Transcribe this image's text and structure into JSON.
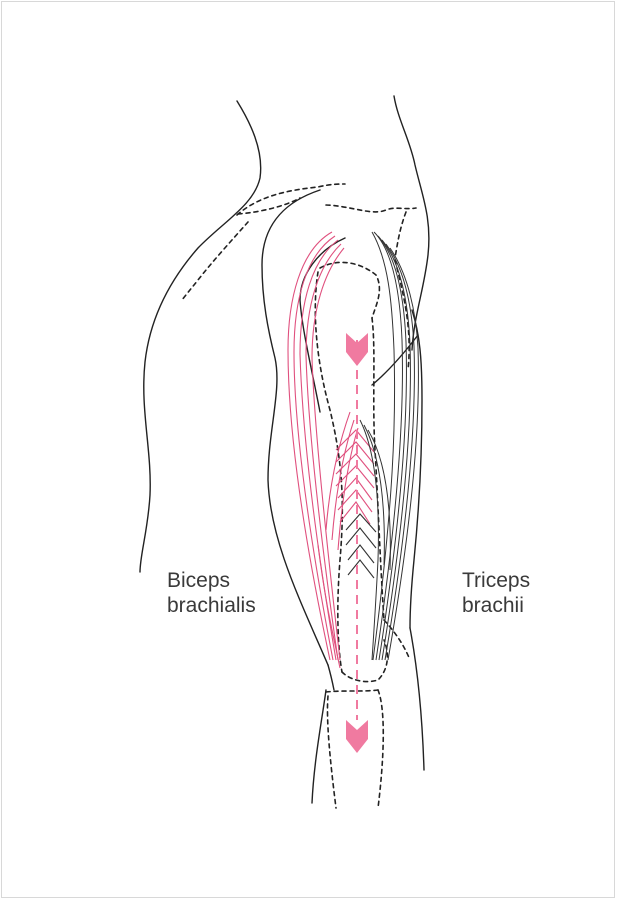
{
  "labels": {
    "biceps": {
      "line1": "Biceps",
      "line2": "brachialis"
    },
    "triceps": {
      "line1": "Triceps",
      "line2": "brachii"
    }
  },
  "colors": {
    "outline": "#222222",
    "muscle_pink": "#e0507e",
    "arrow_pink": "#f07aa0",
    "muscle_dark": "#333333"
  },
  "icons": [
    "arrow-down-icon",
    "arrow-down-icon"
  ]
}
